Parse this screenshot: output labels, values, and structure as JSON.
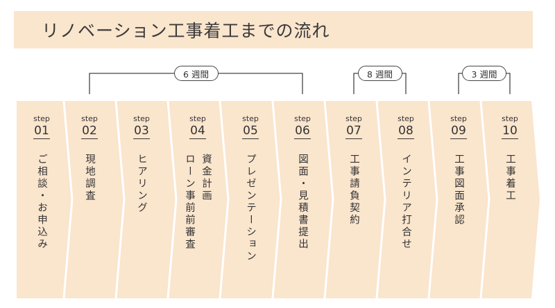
{
  "title": "リノベーション工事着工までの流れ",
  "step_prefix": "step",
  "steps": [
    {
      "num": "01",
      "lines": [
        "ご相談・お申込み"
      ]
    },
    {
      "num": "02",
      "lines": [
        "現地調査"
      ]
    },
    {
      "num": "03",
      "lines": [
        "ヒアリング"
      ]
    },
    {
      "num": "04",
      "lines": [
        "資金計画",
        "ローン事前前審査"
      ]
    },
    {
      "num": "05",
      "lines": [
        "プレゼンテーション"
      ]
    },
    {
      "num": "06",
      "lines": [
        "図面・見積書提出"
      ]
    },
    {
      "num": "07",
      "lines": [
        "工事請負契約"
      ]
    },
    {
      "num": "08",
      "lines": [
        "インテリア打合せ"
      ]
    },
    {
      "num": "09",
      "lines": [
        "工事図面承認"
      ]
    },
    {
      "num": "10",
      "lines": [
        "工事着工"
      ]
    }
  ],
  "brackets": [
    {
      "label": "6 週間",
      "from_step": 1,
      "to_step": 5
    },
    {
      "label": "8 週間",
      "from_step": 6,
      "to_step": 7
    },
    {
      "label": "3 週間",
      "from_step": 8,
      "to_step": 9
    }
  ],
  "colors": {
    "banner": "#fae5cd",
    "step_fill": "#fae5cd",
    "line": "#444444",
    "text": "#333333"
  }
}
